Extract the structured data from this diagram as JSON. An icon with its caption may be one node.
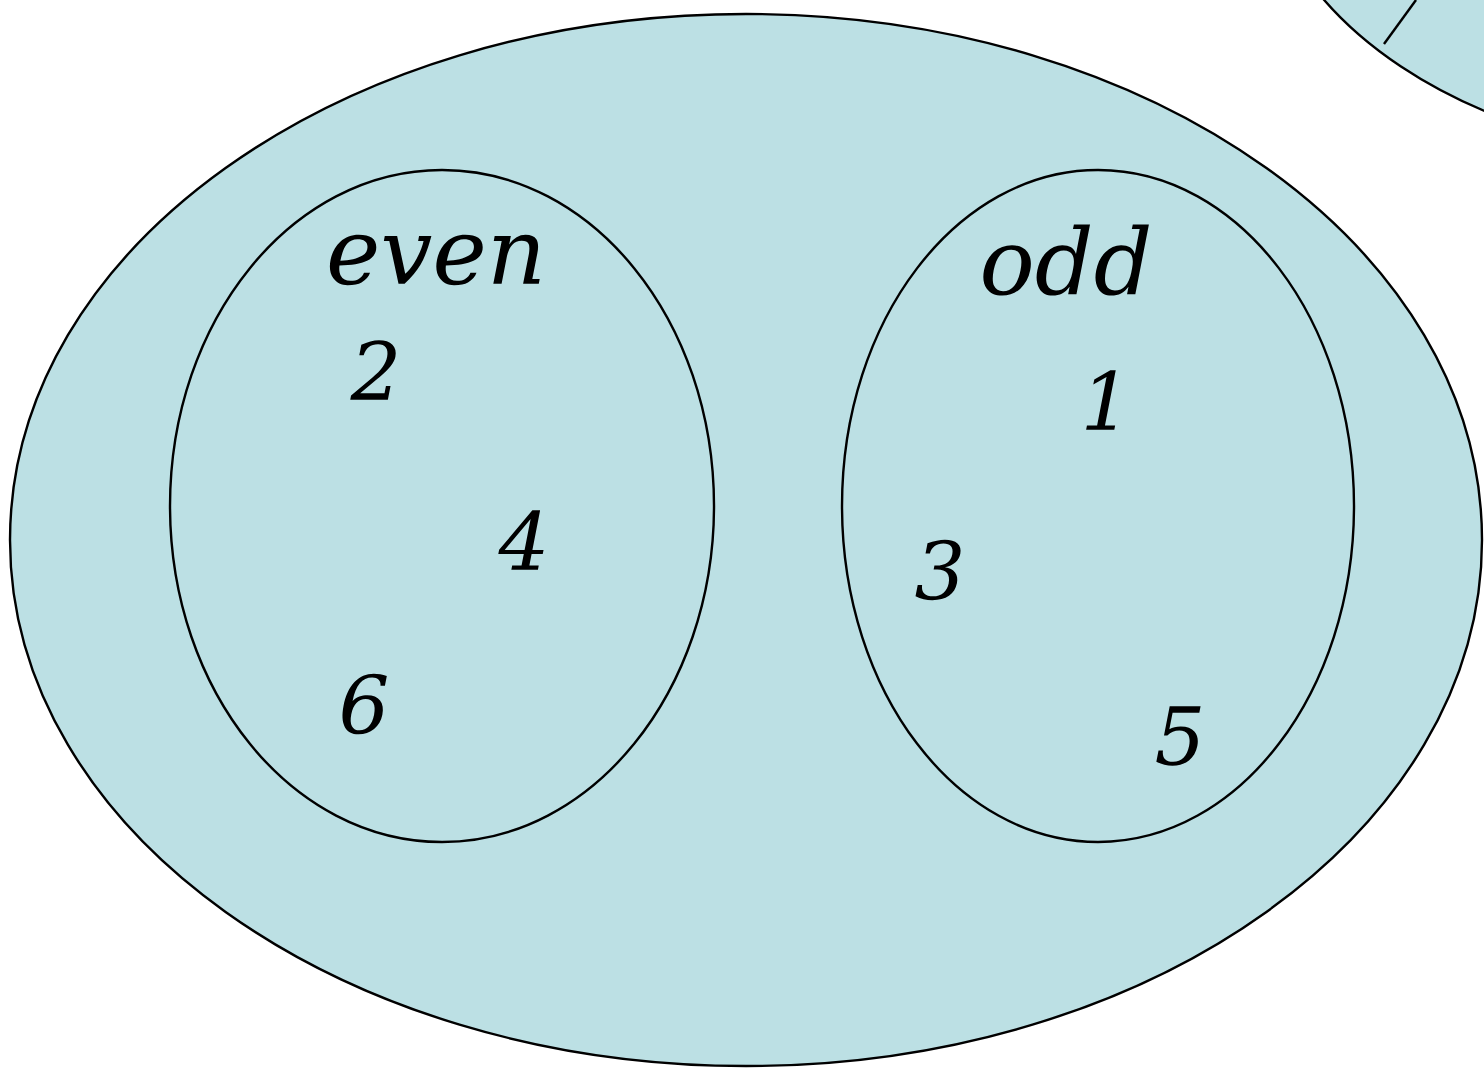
{
  "diagram": {
    "nodes": [
      {
        "text": [],
        "shape": "circle"
      },
      {
        "text": [
          "even",
          "2",
          "4",
          "6"
        ],
        "in": 0
      },
      {
        "text": [
          "odd",
          "1",
          "3",
          "5"
        ],
        "in": 0
      },
      {
        "text": [],
        "shape": "circle"
      }
    ]
  }
}
